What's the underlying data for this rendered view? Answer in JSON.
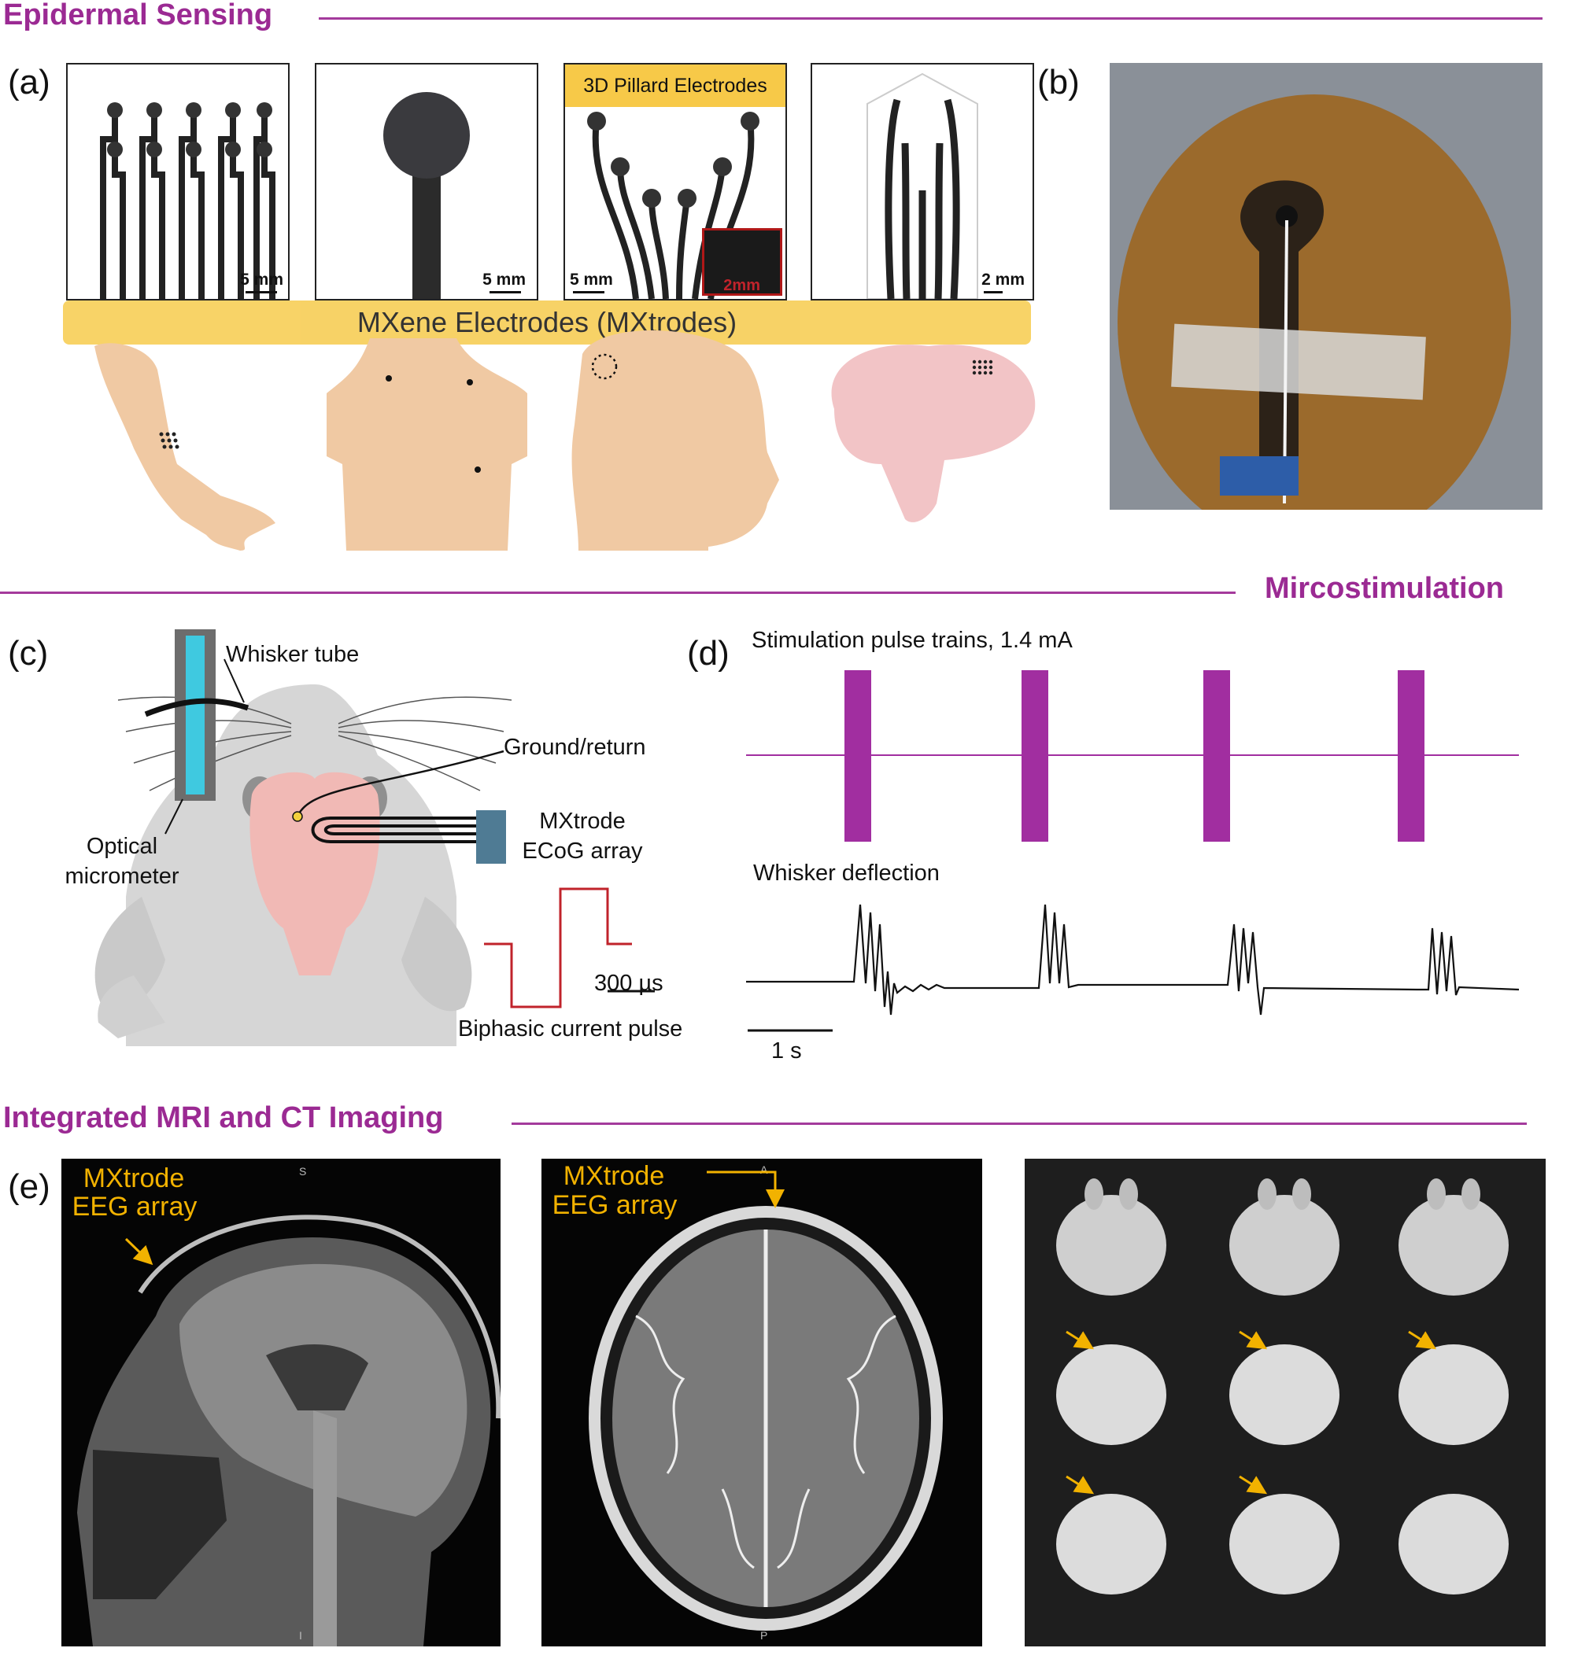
{
  "colors": {
    "accent": "#9b2a93",
    "pulse": "#a12ea0",
    "banner": "#f7c948",
    "arrow": "#f2b200",
    "biphasic": "#c0232b"
  },
  "sections": {
    "epidermal": "Epidermal Sensing",
    "microstim": "Mircostimulation",
    "imaging": "Integrated MRI and CT Imaging"
  },
  "panels": {
    "a": "(a)",
    "b": "(b)",
    "c": "(c)",
    "d": "(d)",
    "e": "(e)"
  },
  "panel_a": {
    "banner": "MXene Electrodes (MXtrodes)",
    "pillar_label": "3D Pillard Electrodes",
    "scales": [
      "5 mm",
      "5 mm",
      "5 mm",
      "2 mm"
    ],
    "inset_scale": "2mm"
  },
  "panel_c": {
    "whisker_tube": "Whisker tube",
    "ground": "Ground/return",
    "mxtrode_line1": "MXtrode",
    "mxtrode_line2": "ECoG array",
    "optical_line1": "Optical",
    "optical_line2": "micrometer",
    "pulse_scale": "300 µs",
    "pulse_label": "Biphasic current pulse"
  },
  "panel_d": {
    "title": "Stimulation pulse trains, 1.4 mA",
    "whisker": "Whisker deflection",
    "scale": "1 s",
    "pulse_count": 4
  },
  "panel_e": {
    "label1_line1": "MXtrode",
    "label1_line2": "EEG array",
    "label2_line1": "MXtrode",
    "label2_line2": "EEG array",
    "mri_marker_s": "S",
    "mri_marker_i": "I",
    "mri_marker_a": "A",
    "mri_marker_p": "P"
  }
}
